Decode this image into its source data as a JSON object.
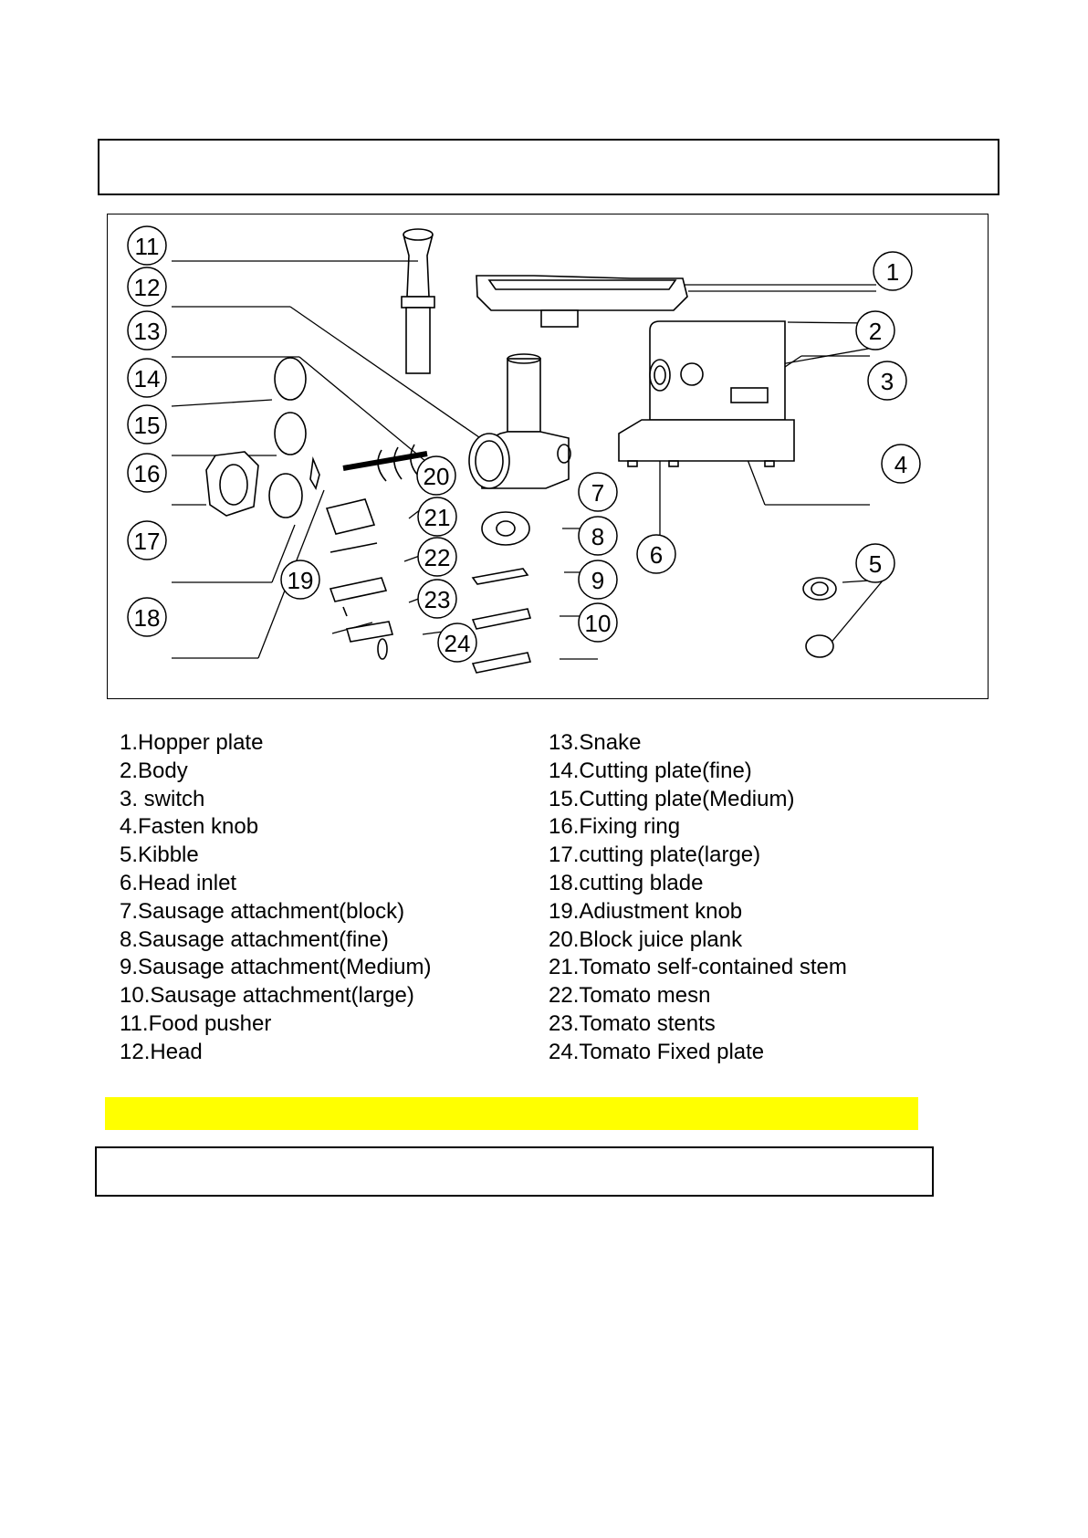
{
  "parts_left": [
    "1.Hopper plate",
    "2.Body",
    "3. switch",
    "4.Fasten knob",
    "5.Kibble",
    "6.Head inlet",
    "7.Sausage attachment(block)",
    "8.Sausage attachment(fine)",
    "9.Sausage attachment(Medium)",
    "10.Sausage attachment(large)",
    "11.Food pusher",
    "12.Head"
  ],
  "parts_right": [
    "13.Snake",
    "14.Cutting plate(fine)",
    "15.Cutting plate(Medium)",
    "16.Fixing ring",
    "17.cutting plate(large)",
    "18.cutting blade",
    "19.Adiustment knob",
    "20.Block juice plank",
    "21.Tomato self-contained stem",
    "22.Tomato mesn",
    "23.Tomato stents",
    "24.Tomato Fixed plate"
  ],
  "callouts": [
    "1",
    "2",
    "3",
    "4",
    "5",
    "6",
    "7",
    "8",
    "9",
    "10",
    "11",
    "12",
    "13",
    "14",
    "15",
    "16",
    "17",
    "18",
    "19",
    "20",
    "21",
    "22",
    "23",
    "24"
  ],
  "highlight_color": "#ffff00"
}
